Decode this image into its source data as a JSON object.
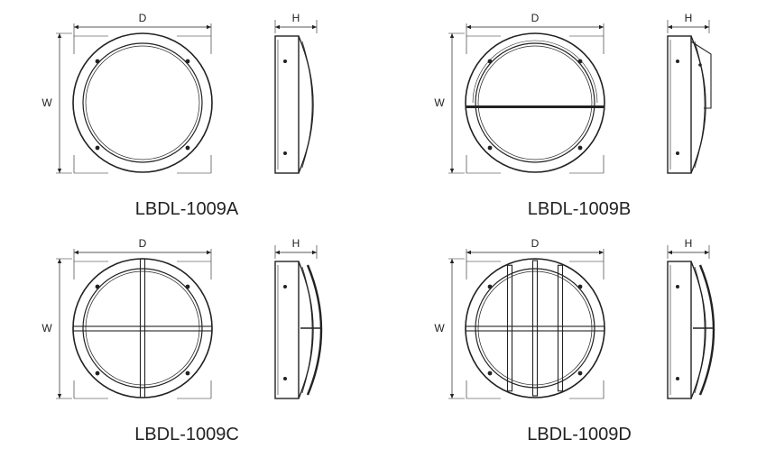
{
  "drawings": [
    {
      "model": "LBDL-1009A",
      "variant": "A",
      "dim_d": "D",
      "dim_w": "W",
      "dim_h": "H"
    },
    {
      "model": "LBDL-1009B",
      "variant": "B",
      "dim_d": "D",
      "dim_w": "W",
      "dim_h": "H"
    },
    {
      "model": "LBDL-1009C",
      "variant": "C",
      "dim_d": "D",
      "dim_w": "W",
      "dim_h": "H"
    },
    {
      "model": "LBDL-1009D",
      "variant": "D",
      "dim_d": "D",
      "dim_w": "W",
      "dim_h": "H"
    }
  ],
  "colors": {
    "line": "#222222",
    "background": "#ffffff"
  }
}
